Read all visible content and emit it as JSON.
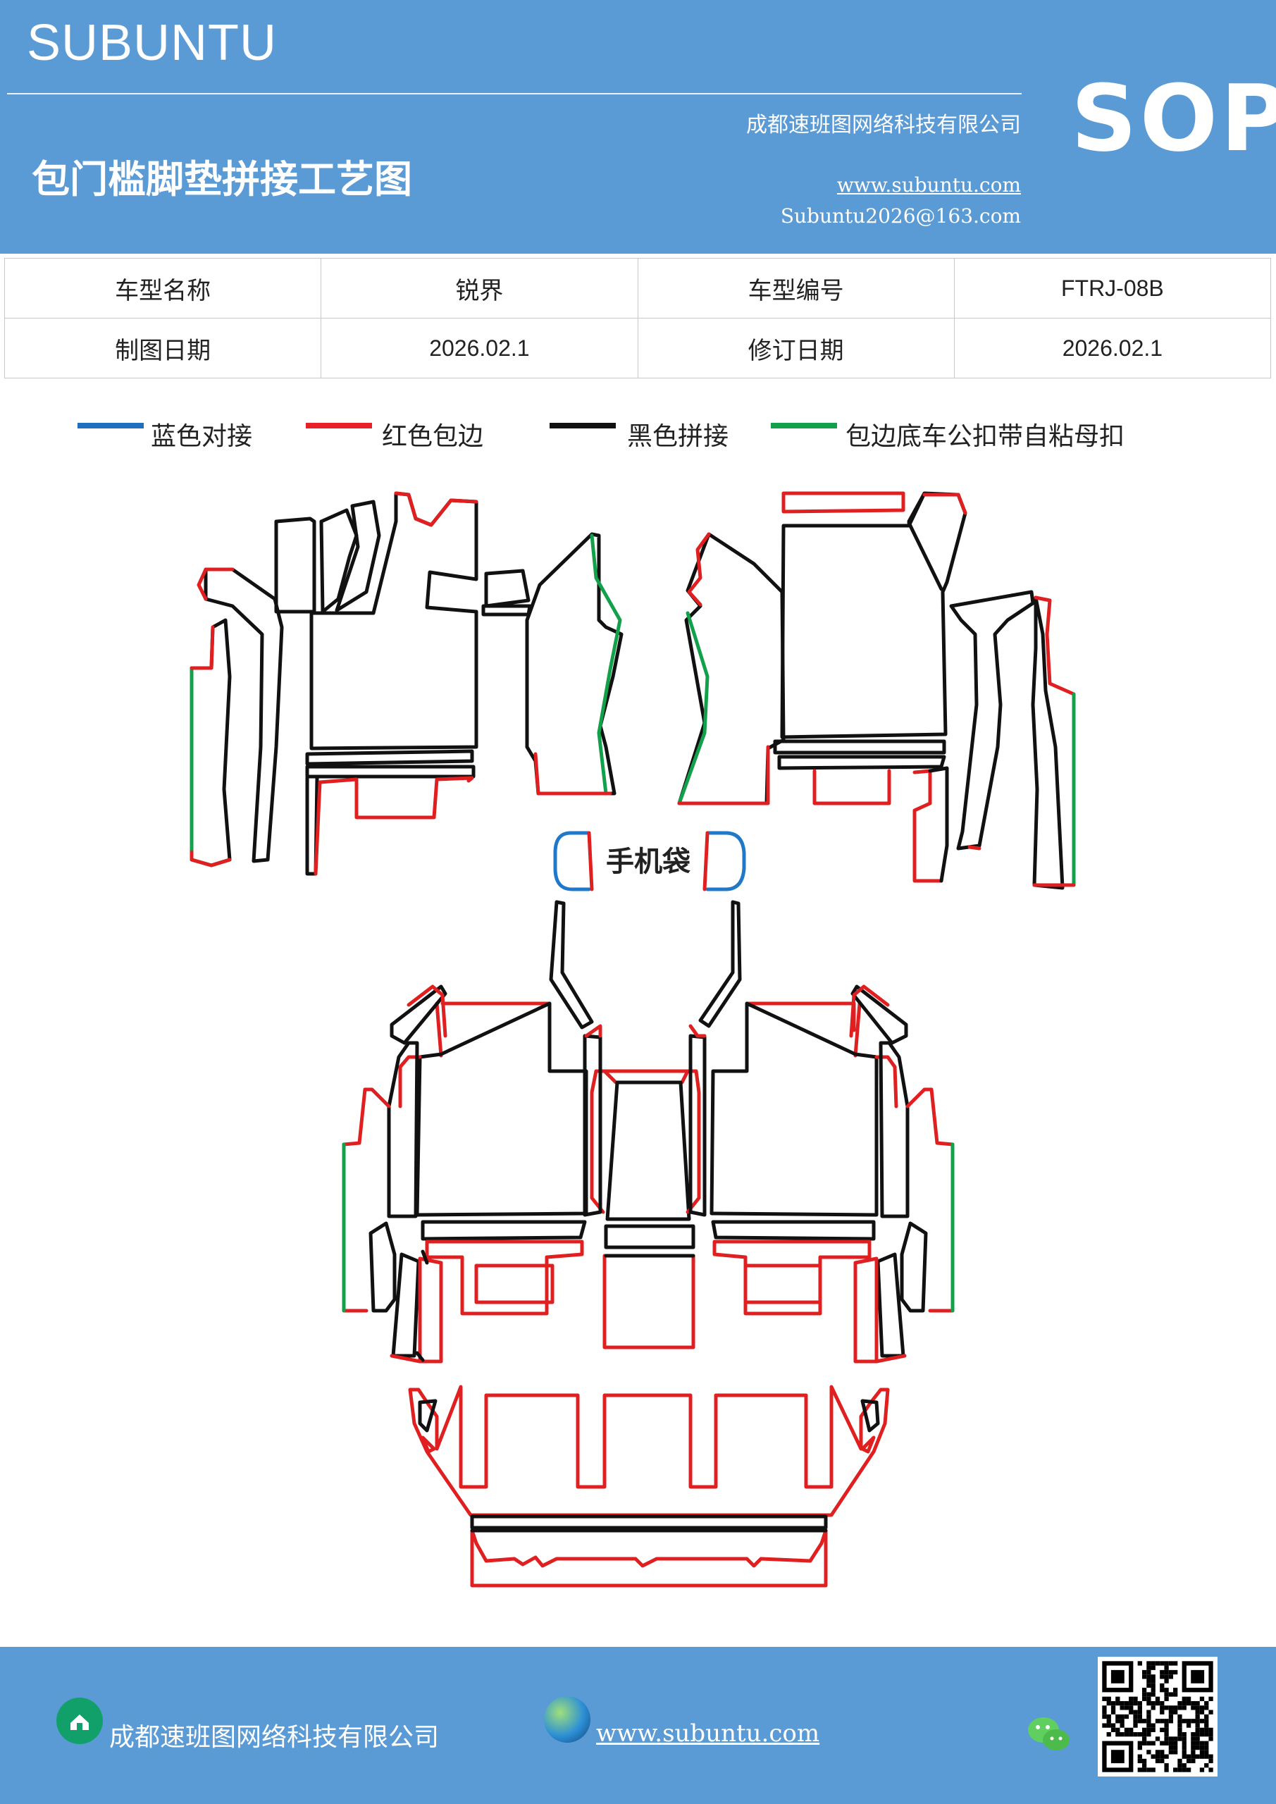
{
  "header": {
    "brand": "SUBUNTU",
    "title": "包门槛脚垫拼接工艺图",
    "company": "成都速班图网络科技有限公司",
    "website": "www.subuntu.com",
    "email": "Subuntu2026@163.com",
    "badge": "SOP"
  },
  "info_table": {
    "rows": [
      [
        "车型名称",
        "锐界",
        "车型编号",
        "FTRJ-08B"
      ],
      [
        "制图日期",
        "2026.02.1",
        "修订日期",
        "2026.02.1"
      ]
    ]
  },
  "legend": [
    {
      "label": "蓝色对接",
      "color": "#1f6fc0"
    },
    {
      "label": "红色包边",
      "color": "#e8202a"
    },
    {
      "label": "黑色拼接",
      "color": "#111111"
    },
    {
      "label": "包边底车公扣带自粘母扣",
      "color": "#12a04a"
    }
  ],
  "diagram": {
    "phone_pocket_label": "手机袋",
    "colors": {
      "blue": "#1f78c8",
      "red": "#e02020",
      "black": "#111111",
      "green": "#12a04a"
    }
  },
  "footer": {
    "company": "成都速班图网络科技有限公司",
    "website": "www.subuntu.com",
    "icons": [
      "home-icon",
      "globe-icon",
      "wechat-icon",
      "qr-code"
    ]
  }
}
